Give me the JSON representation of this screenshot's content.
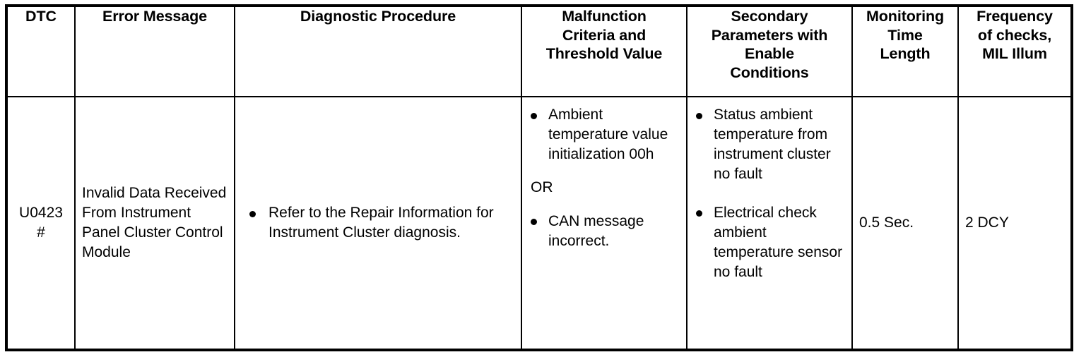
{
  "table": {
    "columns": [
      {
        "key": "dtc",
        "header": "DTC"
      },
      {
        "key": "error_message",
        "header": "Error Message"
      },
      {
        "key": "diag_procedure",
        "header": "Diagnostic Procedure"
      },
      {
        "key": "malfunction",
        "header": "Malfunction\nCriteria and\nThreshold Value"
      },
      {
        "key": "secondary",
        "header": "Secondary\nParameters with\nEnable\nConditions"
      },
      {
        "key": "monitoring",
        "header": "Monitoring\nTime\nLength"
      },
      {
        "key": "frequency",
        "header": "Frequency\nof checks,\nMIL Illum"
      }
    ],
    "rows": [
      {
        "dtc": "U0423\n#",
        "error_message": "Invalid Data Received From Instrument Panel Cluster Control Module",
        "diag_procedure_bullets": [
          "Refer to the Repair Information for Instrument Cluster diagnosis."
        ],
        "malfunction_bullets_1": [
          "Ambient temperature value initialization 00h"
        ],
        "malfunction_separator": "OR",
        "malfunction_bullets_2": [
          "CAN message incorrect."
        ],
        "secondary_bullets": [
          "Status ambient temperature from instrument cluster no fault",
          "Electrical check ambient temperature sensor no fault"
        ],
        "monitoring": "0.5 Sec.",
        "frequency": "2 DCY"
      }
    ]
  },
  "colors": {
    "border": "#000000",
    "text": "#000000",
    "background": "#ffffff"
  }
}
